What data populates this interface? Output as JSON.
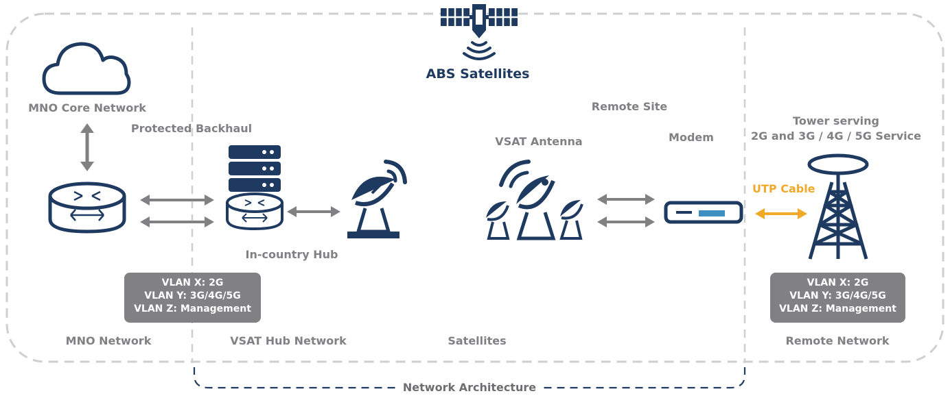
{
  "satellite": {
    "label": "ABS Satellites"
  },
  "mno": {
    "core_label": "MNO Core Network",
    "network_label": "MNO Network",
    "vlans": [
      "VLAN X: 2G",
      "VLAN Y: 3G/4G/5G",
      "VLAN Z: Management"
    ]
  },
  "hub": {
    "backhaul_label": "Protected Backhaul",
    "hub_label": "In-country Hub",
    "network_label": "VSAT Hub Network"
  },
  "satellites_label": "Satellites",
  "remote": {
    "site_label": "Remote Site",
    "antenna_label": "VSAT Antenna",
    "modem_label": "Modem",
    "tower_label_line1": "Tower serving",
    "tower_label_line2": "2G and 3G / 4G / 5G Service",
    "cable_label": "UTP Cable",
    "network_label": "Remote Network",
    "vlans": [
      "VLAN X: 2G",
      "VLAN Y: 3G/4G/5G",
      "VLAN Z: Management"
    ]
  },
  "architecture_label": "Network Architecture",
  "colors": {
    "navy": "#1f3a60",
    "gray": "#818184",
    "orange": "#f0a928",
    "dash": "#cfcfd1"
  }
}
